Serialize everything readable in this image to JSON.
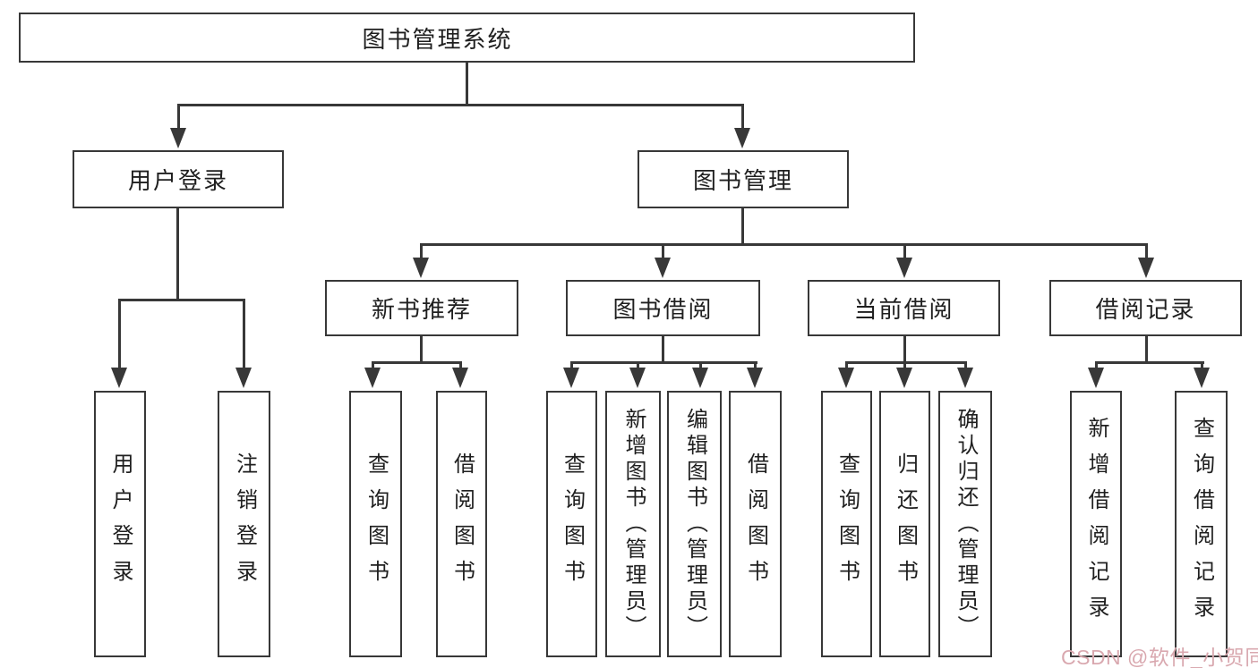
{
  "title": "图书管理系统",
  "nodes": {
    "root": "图书管理系统",
    "user_login": "用户登录",
    "book_mgmt": "图书管理",
    "new_book": "新书推荐",
    "book_borrow": "图书借阅",
    "current_borrow": "当前借阅",
    "borrow_record": "借阅记录",
    "leaf_ul_login": "用户登录",
    "leaf_ul_logout": "注销登录",
    "leaf_nb_query": "查询图书",
    "leaf_nb_borrow": "借阅图书",
    "leaf_bb_query": "查询图书",
    "leaf_bb_add": "新增图书（管理员）",
    "leaf_bb_edit": "编辑图书（管理员）",
    "leaf_bb_borrow": "借阅图书",
    "leaf_cb_query": "查询图书",
    "leaf_cb_return": "归还图书",
    "leaf_cb_confirm": "确认归还（管理员）",
    "leaf_br_add": "新增借阅记录",
    "leaf_br_query": "查询借阅记录"
  },
  "watermark": "CSDN @软件_小贺同学",
  "colors": {
    "line": "#383838",
    "text": "#1f1f1f",
    "watermark": "#d9a8af",
    "background": "#ffffff"
  }
}
